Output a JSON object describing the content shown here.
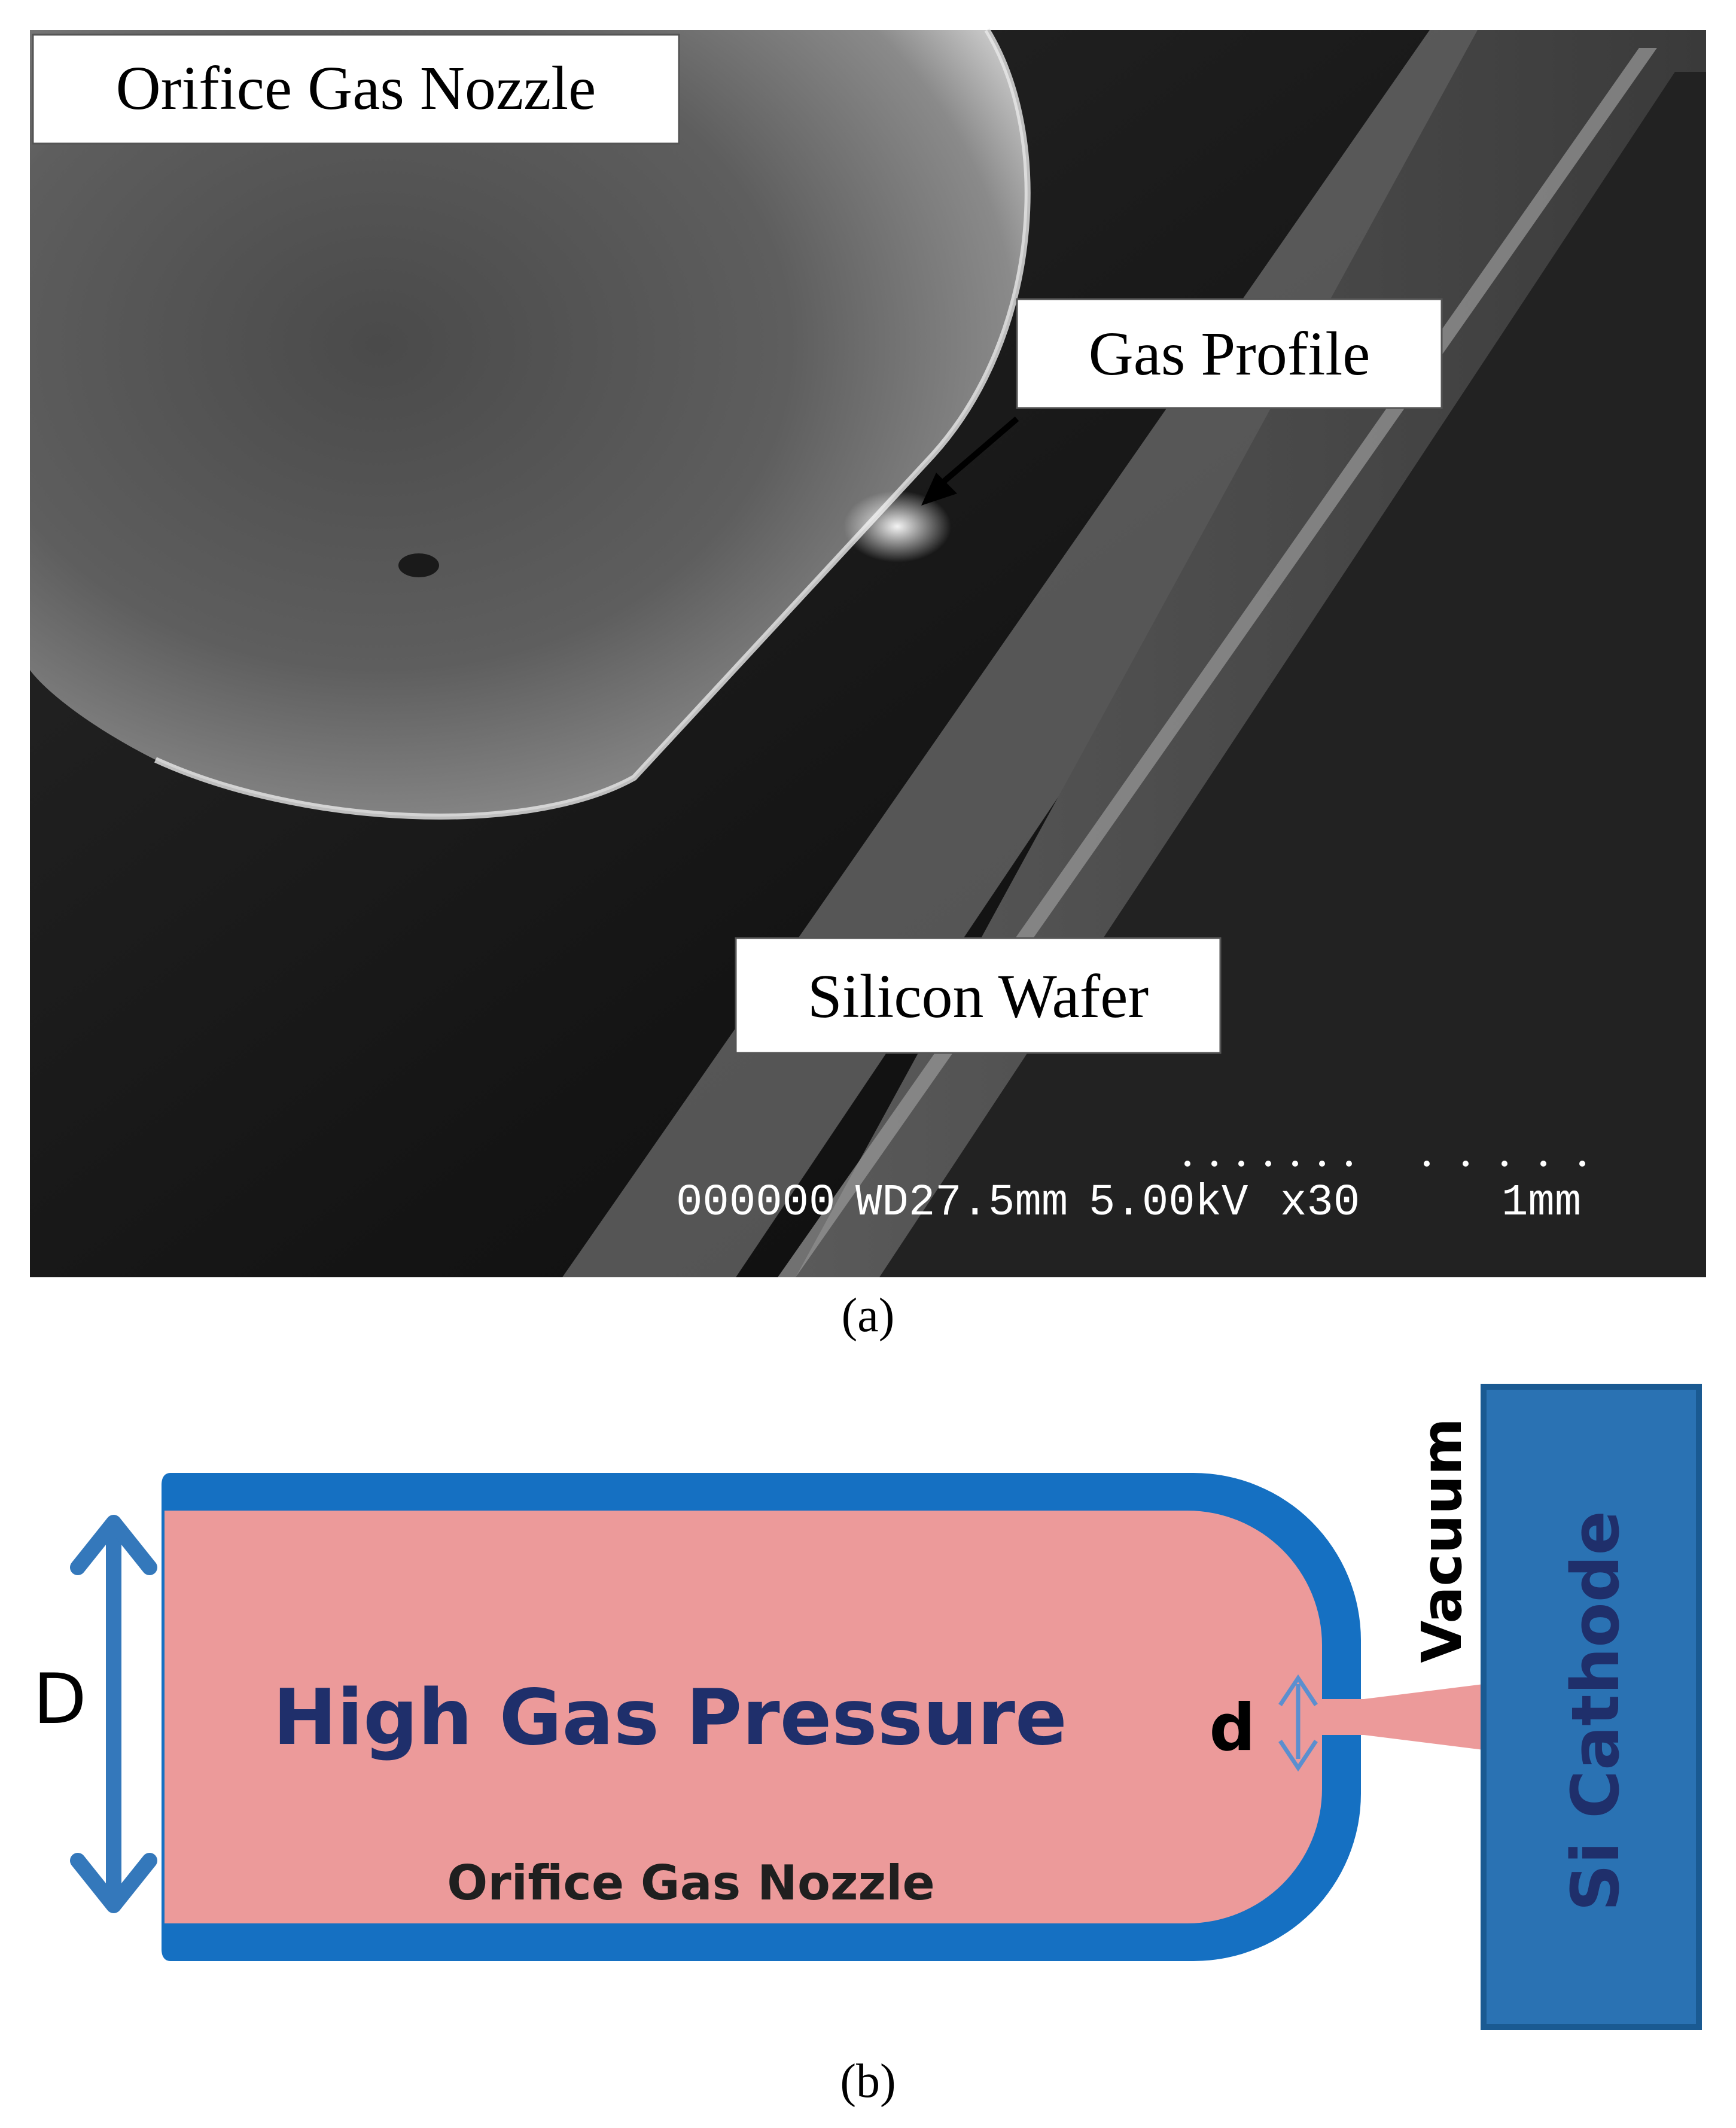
{
  "panel_a": {
    "labels": {
      "nozzle": "Orifice Gas Nozzle",
      "gas_profile": "Gas Profile",
      "wafer": "Silicon Wafer"
    },
    "sem_info": {
      "sample_id": "000000",
      "working_distance": "WD27.5mm",
      "voltage": "5.00kV",
      "magnification": "x30",
      "scale": "1mm"
    },
    "caption": "(a)"
  },
  "panel_b": {
    "main_label": "High Gas Pressure",
    "nozzle_label": "Orifice Gas Nozzle",
    "vacuum_label": "Vacuum",
    "cathode_label": "Si Cathode",
    "big_dimension": "D",
    "small_dimension": "d",
    "caption": "(b)"
  },
  "colors": {
    "sem_dark": "#0d0d0d",
    "nozzle_wall": "#1570c2",
    "gas_fill": "#ec9a9a",
    "text_navy": "#1f2f6b",
    "cathode_fill": "#2a72b3",
    "cathode_border": "#1a5a92",
    "arrow_blue": "#3478bb"
  }
}
